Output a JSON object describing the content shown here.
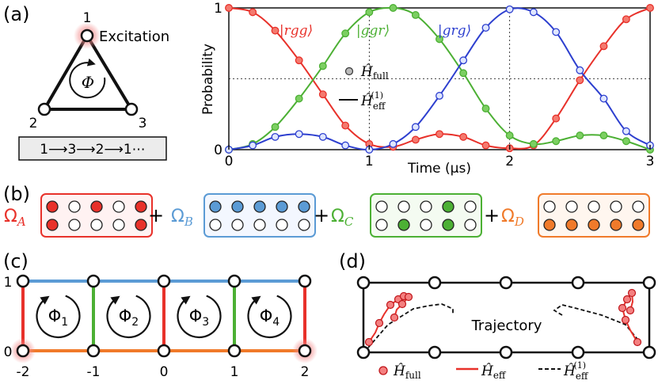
{
  "panels": {
    "a": {
      "label": "(a)"
    },
    "b": {
      "label": "(b)"
    },
    "c": {
      "label": "(c)"
    },
    "d": {
      "label": "(d)"
    }
  },
  "triangle": {
    "node_labels": [
      "1",
      "2",
      "3"
    ],
    "excitation_label": "Excitation",
    "flux_label": "Φ",
    "sequence_text": "1⟶3⟶2⟶1⋯"
  },
  "colors": {
    "red": "#e8312a",
    "green": "#4cb034",
    "blue": "#2d3fcf",
    "omegaA": "#e8312a",
    "omegaB": "#5b9bd5",
    "omegaC": "#4cb034",
    "omegaD": "#f07a2a",
    "glow": "#f38b8b"
  },
  "chart_data": {
    "type": "line",
    "xlabel": "Time (μs)",
    "ylabel": "Probability",
    "xlim": [
      0,
      3
    ],
    "ylim": [
      0,
      1
    ],
    "xticks": [
      "0",
      "1",
      "2",
      "3"
    ],
    "yticks": [
      "0",
      "1"
    ],
    "legend": {
      "full": "Ĥfull",
      "eff": "Ĥeff(1)",
      "placement": "center"
    },
    "series": [
      {
        "name": "|rgg⟩",
        "color": "#e8312a",
        "points": [
          [
            0,
            1.0
          ],
          [
            0.17,
            0.97
          ],
          [
            0.33,
            0.84
          ],
          [
            0.5,
            0.63
          ],
          [
            0.67,
            0.39
          ],
          [
            0.83,
            0.17
          ],
          [
            1.0,
            0.04
          ],
          [
            1.17,
            0.02
          ],
          [
            1.33,
            0.07
          ],
          [
            1.5,
            0.11
          ],
          [
            1.67,
            0.09
          ],
          [
            1.83,
            0.03
          ],
          [
            2.0,
            0.01
          ],
          [
            2.17,
            0.03
          ],
          [
            2.33,
            0.22
          ],
          [
            2.5,
            0.49
          ],
          [
            2.67,
            0.73
          ],
          [
            2.83,
            0.92
          ],
          [
            3.0,
            1.0
          ]
        ]
      },
      {
        "name": "|ggr⟩",
        "color": "#4cb034",
        "points": [
          [
            0,
            0.0
          ],
          [
            0.17,
            0.04
          ],
          [
            0.33,
            0.16
          ],
          [
            0.5,
            0.36
          ],
          [
            0.67,
            0.59
          ],
          [
            0.83,
            0.82
          ],
          [
            1.0,
            0.97
          ],
          [
            1.17,
            1.0
          ],
          [
            1.33,
            0.95
          ],
          [
            1.5,
            0.78
          ],
          [
            1.67,
            0.54
          ],
          [
            1.83,
            0.29
          ],
          [
            2.0,
            0.1
          ],
          [
            2.17,
            0.04
          ],
          [
            2.33,
            0.06
          ],
          [
            2.5,
            0.1
          ],
          [
            2.67,
            0.1
          ],
          [
            2.83,
            0.06
          ],
          [
            3.0,
            0.0
          ]
        ]
      },
      {
        "name": "|grg⟩",
        "color": "#2d3fcf",
        "points": [
          [
            0,
            0.0
          ],
          [
            0.17,
            0.03
          ],
          [
            0.33,
            0.09
          ],
          [
            0.5,
            0.11
          ],
          [
            0.67,
            0.09
          ],
          [
            0.83,
            0.03
          ],
          [
            1.0,
            0.0
          ],
          [
            1.17,
            0.04
          ],
          [
            1.33,
            0.16
          ],
          [
            1.5,
            0.38
          ],
          [
            1.67,
            0.63
          ],
          [
            1.83,
            0.86
          ],
          [
            2.0,
            0.99
          ],
          [
            2.17,
            0.97
          ],
          [
            2.33,
            0.83
          ],
          [
            2.5,
            0.56
          ],
          [
            2.67,
            0.36
          ],
          [
            2.83,
            0.13
          ],
          [
            3.0,
            0.03
          ]
        ]
      }
    ]
  },
  "omegas": [
    {
      "label": "ΩA",
      "sym": "Ω",
      "sub": "A",
      "rows": [
        [
          1,
          0,
          1,
          0,
          1
        ],
        [
          1,
          0,
          0,
          0,
          1
        ]
      ]
    },
    {
      "label": "ΩB",
      "sym": "Ω",
      "sub": "B",
      "rows": [
        [
          1,
          1,
          1,
          1,
          1
        ],
        [
          0,
          0,
          0,
          0,
          0
        ]
      ]
    },
    {
      "label": "ΩC",
      "sym": "Ω",
      "sub": "C",
      "rows": [
        [
          0,
          0,
          0,
          1,
          0
        ],
        [
          0,
          1,
          0,
          1,
          0
        ]
      ]
    },
    {
      "label": "ΩD",
      "sym": "Ω",
      "sub": "D",
      "rows": [
        [
          0,
          0,
          0,
          0,
          0
        ],
        [
          1,
          1,
          1,
          1,
          1
        ]
      ]
    }
  ],
  "plus_sign": "+",
  "ladder": {
    "x_labels": [
      "-2",
      "-1",
      "0",
      "1",
      "2"
    ],
    "y_labels": [
      "0",
      "1"
    ],
    "fluxes": [
      {
        "sym": "Φ",
        "sub": "1"
      },
      {
        "sym": "Φ",
        "sub": "2"
      },
      {
        "sym": "Φ",
        "sub": "3"
      },
      {
        "sym": "Φ",
        "sub": "4"
      }
    ]
  },
  "trajectory": {
    "label": "Trajectory",
    "legend": [
      {
        "sym": "Ĥ",
        "sub": "full",
        "sup": ""
      },
      {
        "sym": "Ĥ",
        "sub": "eff",
        "sup": ""
      },
      {
        "sym": "Ĥ",
        "sub": "eff",
        "sup": "(1)"
      }
    ]
  }
}
